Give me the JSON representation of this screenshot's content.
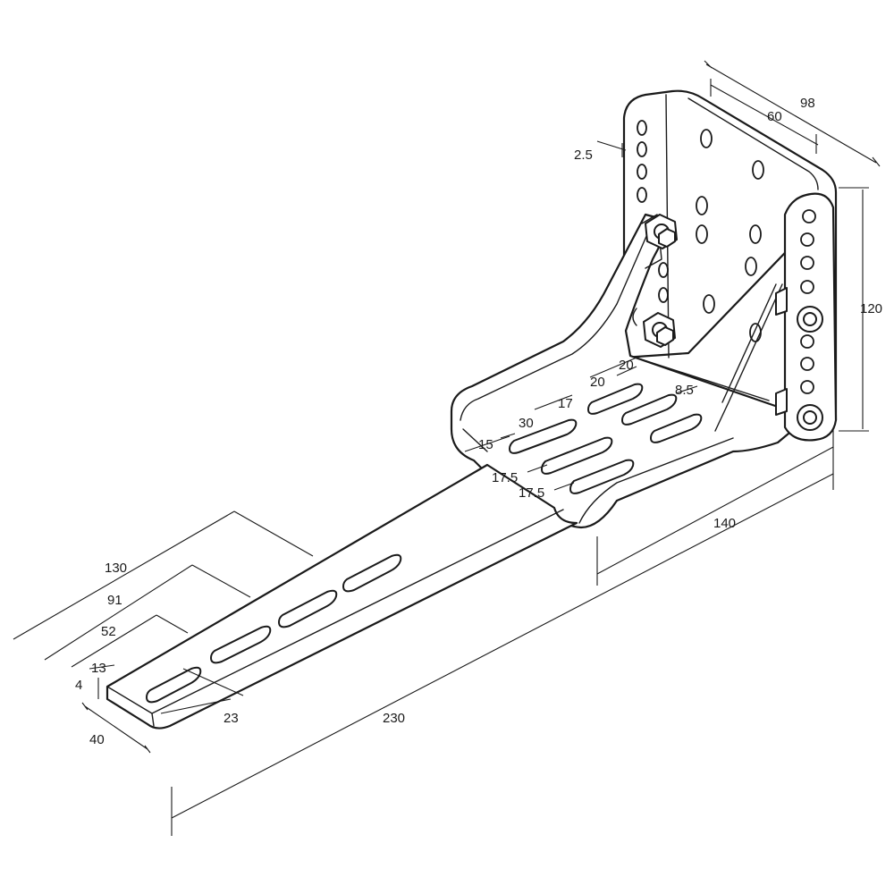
{
  "dimensions": {
    "overall_depth": "98",
    "inner_width": "60",
    "thickness_upright": "2.5",
    "height": "120",
    "base_length": "140",
    "total_length": "230",
    "arm_slot_pos_1": "130",
    "arm_slot_pos_2": "91",
    "arm_slot_pos_3": "52",
    "arm_slot_pos_4": "13",
    "arm_thickness": "4",
    "arm_width": "40",
    "arm_slot_length": "23",
    "base_slot_spacing_a": "20",
    "base_slot_spacing_b": "20",
    "base_slot_width": "8.5",
    "base_slot_length_a": "17",
    "base_slot_length_b": "30",
    "base_slot_offset": "15",
    "base_slot_row_a": "17.5",
    "base_slot_row_b": "17.5"
  },
  "colors": {
    "line": "#1a1a1a",
    "background": "#ffffff"
  }
}
